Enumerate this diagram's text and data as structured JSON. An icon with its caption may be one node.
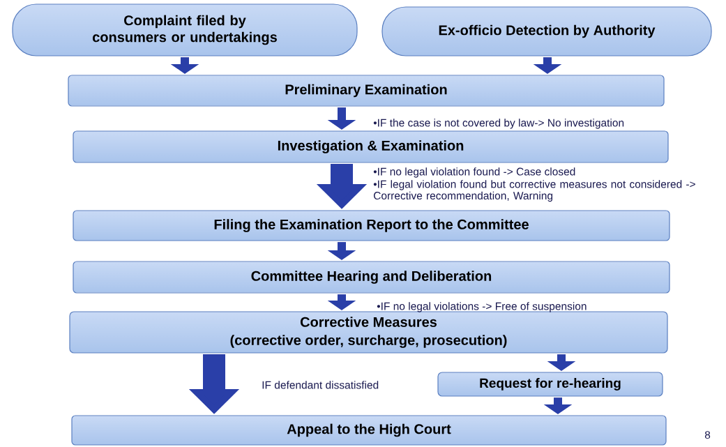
{
  "diagram": {
    "nodes": [
      {
        "text": [
          "Complaint filed by consumers or undertakings"
        ]
      },
      {
        "text": [
          "Ex-officio Detection by Authority"
        ]
      },
      {
        "text": [
          "Preliminary  Examination"
        ]
      },
      {
        "text": [
          "Investigation &  Examination"
        ]
      },
      {
        "text": [
          "Filing the Examination Report to the Committee"
        ]
      },
      {
        "text": [
          "Committee Hearing and Deliberation"
        ]
      },
      {
        "text": [
          "Corrective Measures",
          "(corrective order, surcharge, prosecution)"
        ]
      },
      {
        "text": [
          "Request for re-hearing"
        ]
      },
      {
        "text": [
          "Appeal to the High Court"
        ]
      }
    ],
    "edges": [
      {
        "from": 0,
        "to": 2,
        "arrow": "to"
      },
      {
        "from": 1,
        "to": 2,
        "arrow": "to"
      },
      {
        "from": 2,
        "to": 3,
        "arrow": "to"
      },
      {
        "from": 3,
        "to": 4,
        "arrow": "to",
        "style": "thick"
      },
      {
        "from": 4,
        "to": 5,
        "arrow": "to"
      },
      {
        "from": 5,
        "to": 6,
        "arrow": "to"
      },
      {
        "from": 6,
        "to": 8,
        "arrow": "to",
        "style": "thick"
      },
      {
        "from": 6,
        "to": 7,
        "arrow": "to"
      },
      {
        "from": 7,
        "to": 8,
        "arrow": "to"
      }
    ],
    "labels": [
      "•IF the case is not covered by law-> No investigation",
      "•IF no legal violation found -> Case closed",
      "•IF legal violation found but corrective measures not considered -> Corrective recommendation, Warning",
      "•IF no legal violations -> Free of suspension",
      "IF defendant dissatisfied",
      "8"
    ]
  }
}
